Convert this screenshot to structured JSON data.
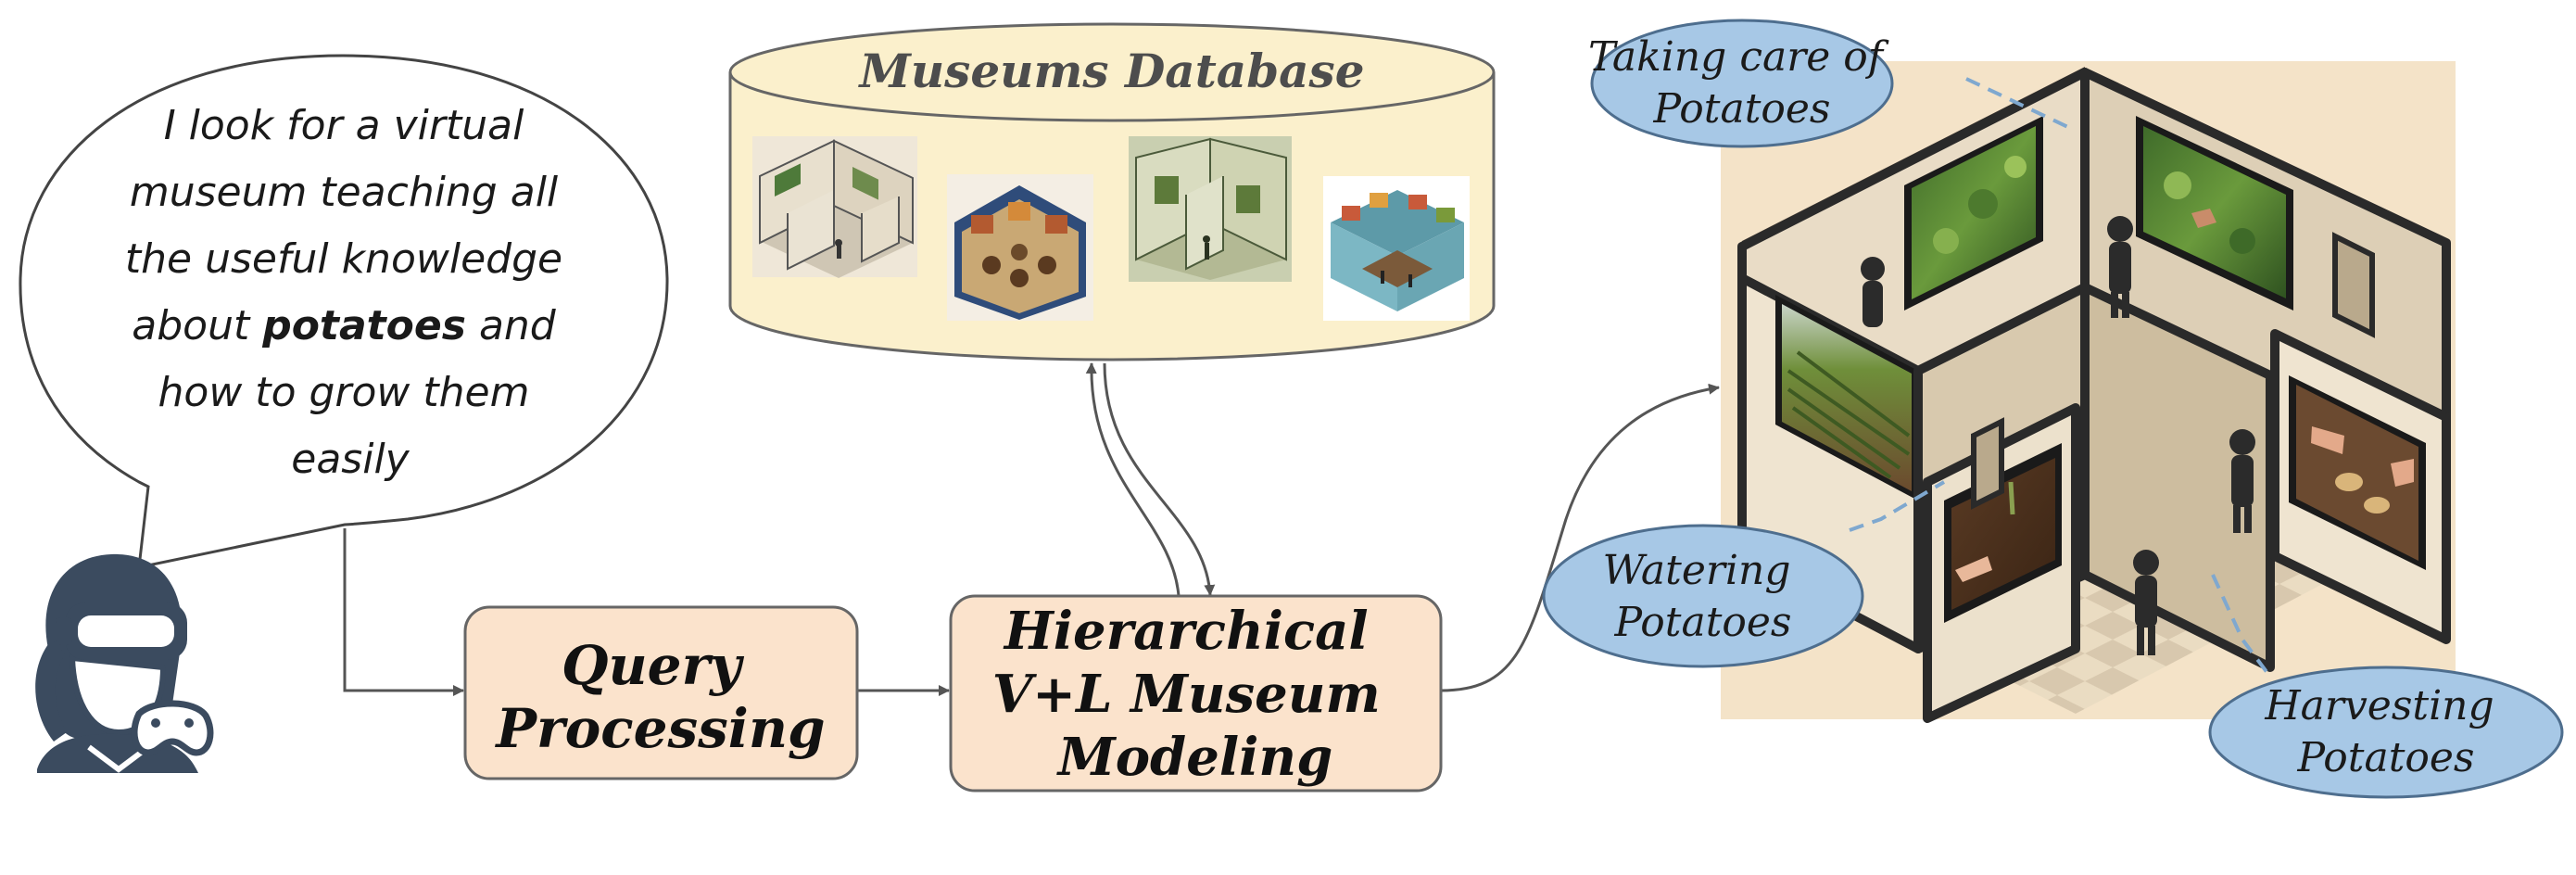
{
  "speech_bubble": {
    "lines": [
      "I look for a virtual",
      "museum teaching all",
      "the useful knowledge"
    ],
    "line4_before": "about",
    "line4_bold": "potatoes",
    "line4_after": "and",
    "line5": "how to grow them",
    "line6": "easily"
  },
  "database": {
    "title": "Museums Database"
  },
  "query_box": {
    "line1": "Query",
    "line2": "Processing"
  },
  "modeling_box": {
    "line1": "Hierarchical",
    "line2": "V+L Museum",
    "line3": "Modeling"
  },
  "labels": {
    "taking_care": [
      "Taking care of",
      "Potatoes"
    ],
    "watering": [
      "Watering",
      "Potatoes"
    ],
    "harvesting": [
      "Harvesting",
      "Potatoes"
    ]
  },
  "colors": {
    "box_fill": "#fbe3cc",
    "db_fill": "#fbf0cc",
    "label_fill": "#a7c8e6",
    "line": "#555555",
    "dark": "#222222"
  }
}
